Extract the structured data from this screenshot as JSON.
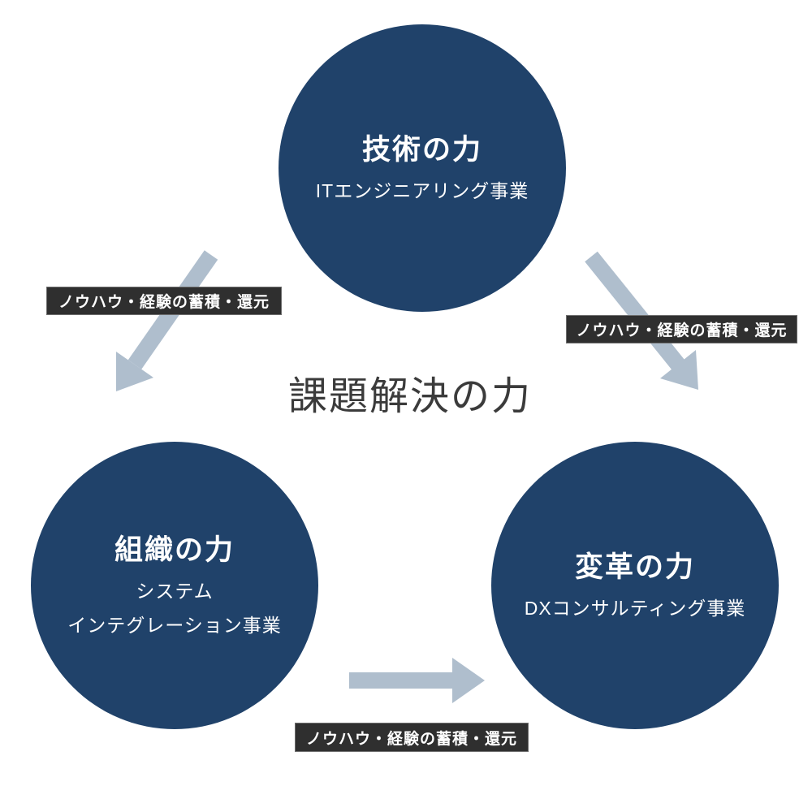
{
  "center_title": "課題解決の力",
  "circles": {
    "technology": {
      "title": "技術の力",
      "subtitle": "ITエンジニアリング事業"
    },
    "organization": {
      "title": "組織の力",
      "subtitle_line1": "システム",
      "subtitle_line2": "インテグレーション事業"
    },
    "transformation": {
      "title": "変革の力",
      "subtitle": "DXコンサルティング事業"
    }
  },
  "arrow_labels": {
    "top_to_left": "ノウハウ・経験の蓄積・還元",
    "top_to_right": "ノウハウ・経験の蓄積・還元",
    "left_to_right": "ノウハウ・経験の蓄積・還元"
  },
  "colors": {
    "page_bg": "#FFFFFF",
    "circle_fill": "#20426A",
    "circle_text": "#FFFFFF",
    "arrow_fill": "#AFBECD",
    "badge_bg": "#2F2F2F",
    "badge_text": "#FFFFFF",
    "center_title_color": "#3B3B3B"
  }
}
